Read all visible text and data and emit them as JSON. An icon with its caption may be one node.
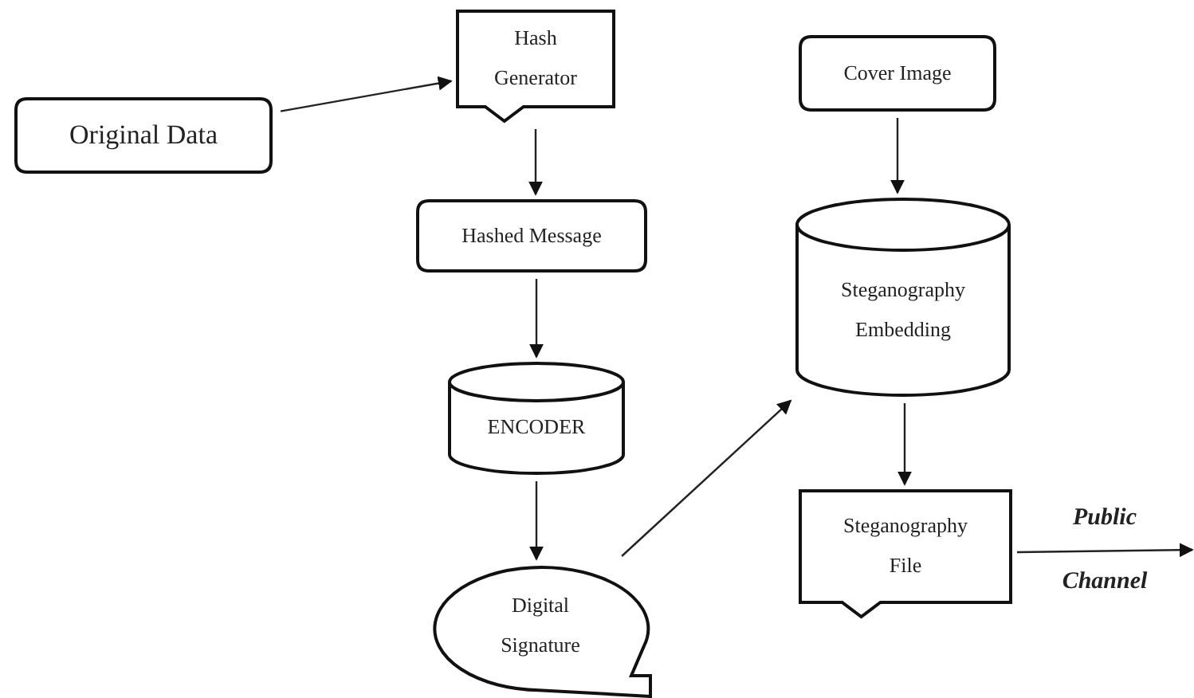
{
  "diagram": {
    "nodes": [
      {
        "text": [
          "Original Data"
        ]
      },
      {
        "text": [
          "Hash Generator"
        ]
      },
      {
        "text": [
          "Hashed Message"
        ]
      },
      {
        "text": [
          "ENCODER"
        ]
      },
      {
        "text": [
          "Digital Signature"
        ]
      },
      {
        "text": [
          "Cover Image"
        ]
      },
      {
        "text": [
          "Steganography Embedding"
        ]
      },
      {
        "text": [
          "Steganography File"
        ]
      }
    ],
    "edges": [
      {
        "from": 0,
        "to": 1,
        "arrow": "to"
      },
      {
        "from": 1,
        "to": 2,
        "arrow": "to"
      },
      {
        "from": 2,
        "to": 3,
        "arrow": "to"
      },
      {
        "from": 3,
        "to": 4,
        "arrow": "to"
      },
      {
        "from": 4,
        "to": 6,
        "arrow": "to"
      },
      {
        "from": 5,
        "to": 6,
        "arrow": "to"
      },
      {
        "from": 6,
        "to": 7,
        "arrow": "to"
      },
      {
        "from": 7,
        "to": null,
        "arrow": "to",
        "label": "Public Channel"
      }
    ]
  }
}
